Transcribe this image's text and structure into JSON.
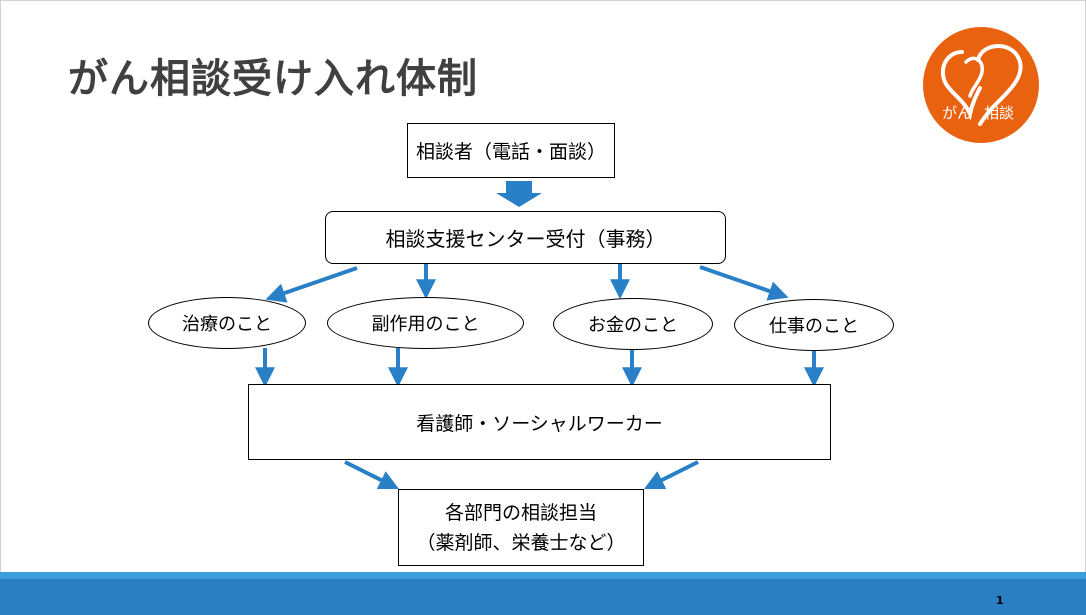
{
  "title": "がん相談受け入れ体制",
  "logo": {
    "text_left": "がん",
    "text_right": "相談",
    "color": "#e8620f"
  },
  "nodes": {
    "consultant": "相談者（電話・面談）",
    "reception": "相談支援センター受付（事務）",
    "topics": [
      "治療のこと",
      "副作用のこと",
      "お金のこと",
      "仕事のこと"
    ],
    "staff": "看護師・ソーシャルワーカー",
    "departments_line1": "各部門の相談担当",
    "departments_line2": "（薬剤師、栄養士など）"
  },
  "colors": {
    "arrow": "#2a80c6",
    "footer_light": "#3aa0dc",
    "footer_dark": "#2a7fc2"
  },
  "page_number": "1"
}
